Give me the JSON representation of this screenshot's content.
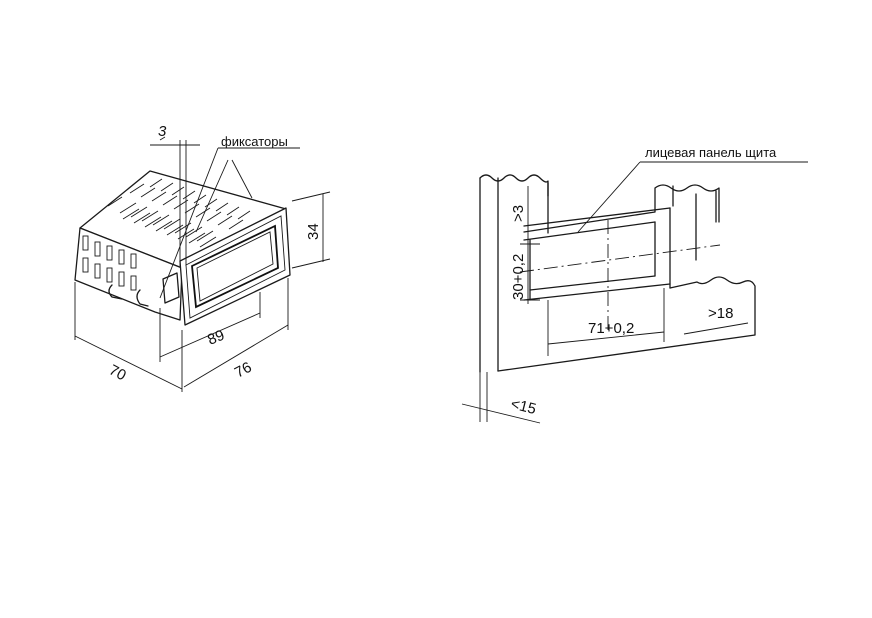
{
  "left_view": {
    "label_fixators": "фиксаторы",
    "dim_3": "3",
    "dim_34": "34",
    "dim_89": "89",
    "dim_70": "70",
    "dim_76": "76"
  },
  "right_view": {
    "label_panel": "лицевая панель щита",
    "dim_ge3": ">3",
    "dim_30": "30+0,2",
    "dim_71": "71+0,2",
    "dim_ge18": ">18",
    "dim_le15": "<15"
  }
}
